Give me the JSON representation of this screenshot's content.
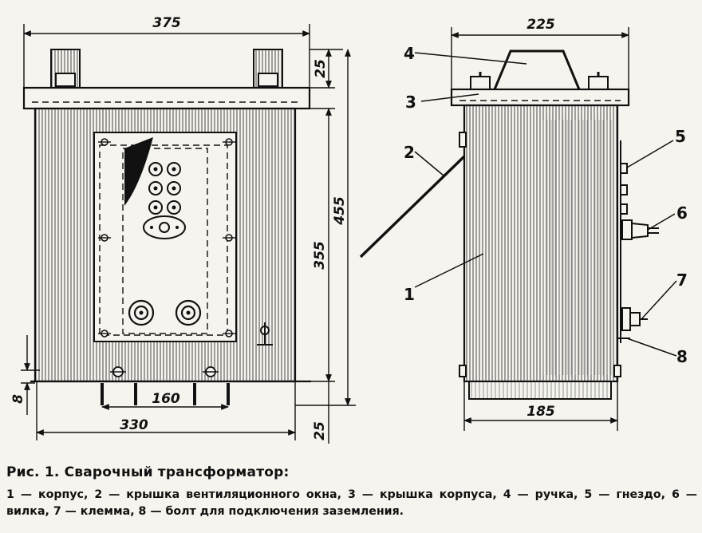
{
  "dimensions": {
    "front_width": "375",
    "top_plate": "25",
    "front_height": "455",
    "body_height": "355",
    "bottom_gap": "25",
    "foot": "8",
    "leg_span": "160",
    "base_width": "330",
    "side_width": "225",
    "side_base": "185"
  },
  "callouts": [
    "4",
    "3",
    "2",
    "5",
    "6",
    "1",
    "7",
    "8"
  ],
  "caption": {
    "title": "Рис. 1. Сварочный трансформатор:",
    "legend": "1 — корпус, 2 — крышка вентиляционного окна, 3 — крышка корпуса, 4 — ручка, 5 — гнездо, 6 — вилка, 7 — клемма, 8 — болт для подключения заземления."
  },
  "colors": {
    "ink": "#111111",
    "paper": "#f6f4ee",
    "hatch": "#555555"
  }
}
